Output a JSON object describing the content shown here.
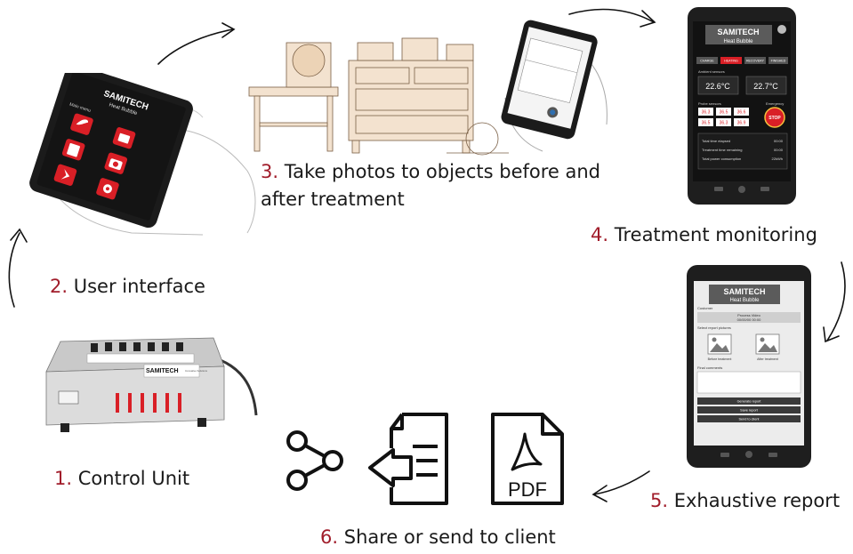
{
  "steps": [
    {
      "num": "1.",
      "label": "Control Unit"
    },
    {
      "num": "2.",
      "label": "User interface"
    },
    {
      "num": "3.",
      "label_line1": "Take photos to objects before and",
      "label_line2": "after treatment"
    },
    {
      "num": "4.",
      "label": "Treatment monitoring"
    },
    {
      "num": "5.",
      "label": "Exhaustive report"
    },
    {
      "num": "6.",
      "label": "Share or send to client"
    }
  ],
  "brand": {
    "name": "SAMITECH",
    "product": "Heat Bubble"
  },
  "colors": {
    "accent": "#a11d2b",
    "app_red": "#d91f26",
    "text": "#1a1a1a",
    "sketch": "#e8c9a8"
  },
  "phone_menu": {
    "title": "Main menu",
    "items": [
      "Treatment",
      "Reports",
      "Historic",
      "Camera",
      "Devices",
      "Settings"
    ]
  },
  "monitor_screen": {
    "tabs": [
      "CHARGE",
      "HEATING",
      "RECOVERY",
      "FINISHED"
    ],
    "ambient_label": "Ambient sensors",
    "ambient_values": [
      "22.6°C",
      "22.7°C"
    ],
    "probe_label": "Probe sensors",
    "emergency_label": "Emergency",
    "probe_values": [
      "36.3",
      "36.5",
      "36.6",
      "36.5",
      "36.3",
      "36.9"
    ],
    "stop_label": "STOP",
    "stats": [
      {
        "label": "Total time elapsed",
        "value": "00:00"
      },
      {
        "label": "Treatment time remaining",
        "value": "00:00"
      },
      {
        "label": "Total power consumption",
        "value": "22kWh"
      }
    ]
  },
  "report_screen": {
    "customer_label": "Customer",
    "banner_line1": "Process Video",
    "banner_line2": "00/00/00 00:00",
    "photos_label": "Select report pictures",
    "before_label": "Before treatment",
    "after_label": "After treatment",
    "comments_label": "Final comments",
    "buttons": [
      "Generate report",
      "Save report",
      "Send to client"
    ]
  },
  "icons": [
    "share-icon",
    "send-document-icon",
    "pdf-file-icon"
  ],
  "pdf_text": "PDF",
  "control_unit": {
    "panel_text": "SAMITECH",
    "sub_text": "Innovative Solutions"
  }
}
